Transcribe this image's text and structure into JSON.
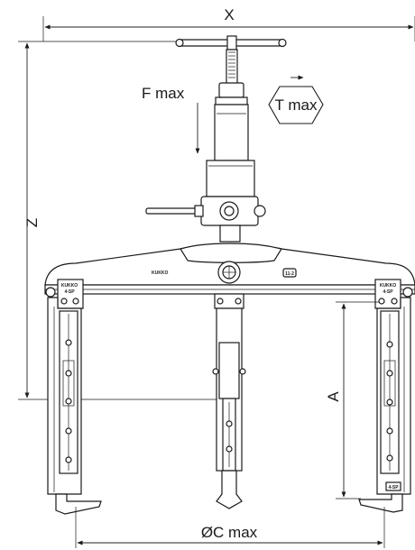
{
  "dimensions": {
    "x_label": "X",
    "z_label": "Z",
    "f_label": "F max",
    "t_label": "T max",
    "a_label": "A",
    "c_label": "ØC max"
  },
  "engravings": {
    "brand": "KUKKO",
    "left_plate": "KUKKO",
    "left_plate_sub": "4-SP",
    "right_plate": "KUKKO",
    "right_plate_sub": "4-SP",
    "crossbar_tag": "11-2",
    "jaw_tag": "4-SP"
  },
  "colors": {
    "line": "#1a1a1a",
    "background": "#ffffff"
  }
}
